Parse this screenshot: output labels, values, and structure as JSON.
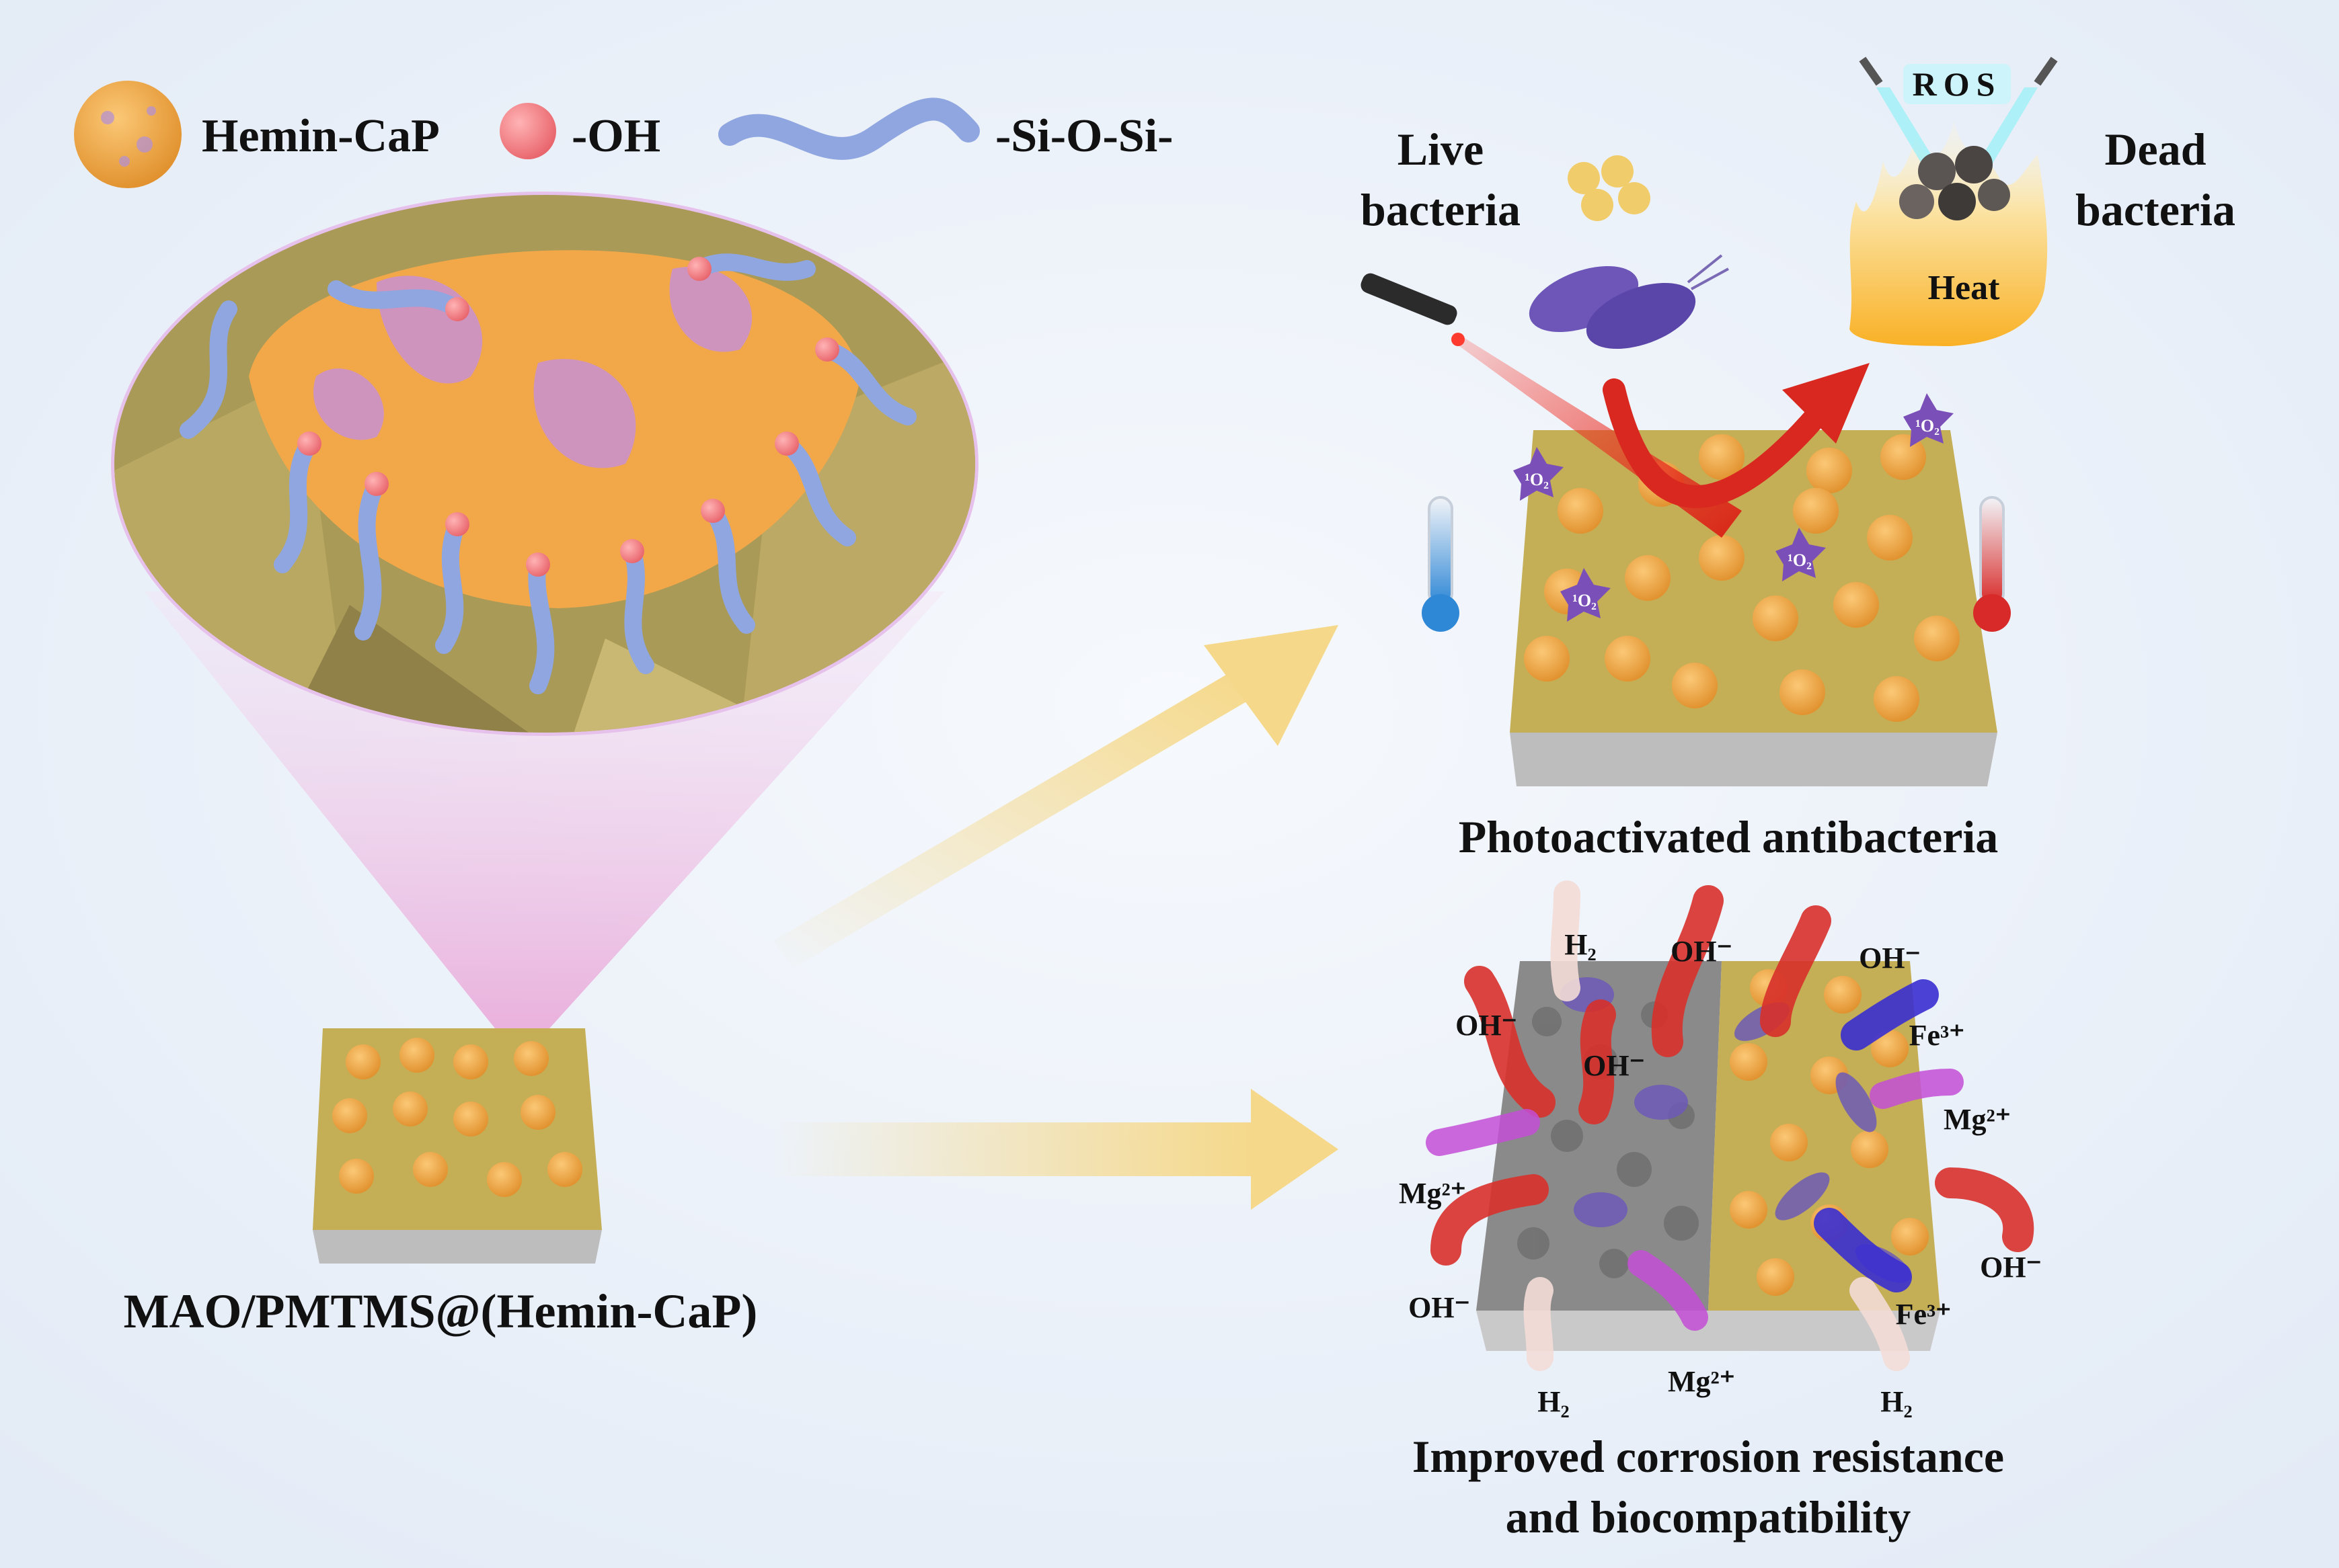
{
  "legend": {
    "hemin_label": "Hemin-CaP",
    "oh_label": "-OH",
    "siosi_label": "-Si-O-Si-"
  },
  "left": {
    "sample_label": "MAO/PMTMS@(Hemin-CaP)"
  },
  "antibacterial": {
    "live_line1": "Live",
    "live_line2": "bacteria",
    "dead_line1": "Dead",
    "dead_line2": "bacteria",
    "ros": "ROS",
    "heat": "Heat",
    "singlet_oxygen": "¹O₂",
    "caption": "Photoactivated antibacteria"
  },
  "corrosion": {
    "h2": "H₂",
    "oh": "OH⁻",
    "fe": "Fe³⁺",
    "mg": "Mg²⁺",
    "caption_line1": "Improved corrosion resistance",
    "caption_line2": "and biocompatibility"
  },
  "colors": {
    "background": "#eef3fa",
    "hemin_orange": "#f3a84a",
    "hydroxyl_pink": "#f27f85",
    "siloxane_blue": "#8fa6e0",
    "coating_olive": "#c8b25a",
    "arrow_yellow": "#f5d889",
    "laser_red": "#e12a1f",
    "ros_cyan": "#7fe7f2",
    "oh_red": "#d8302b",
    "fe_blue": "#3a2fd0",
    "mg_magenta": "#c34dd6",
    "h2_pale": "#f3dcd6"
  }
}
